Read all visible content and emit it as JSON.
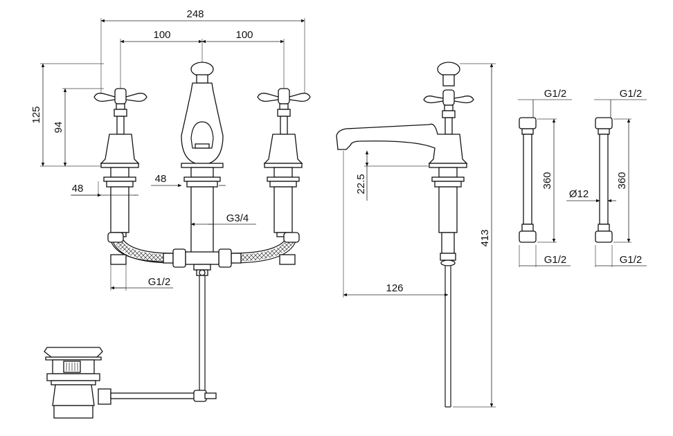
{
  "dimensions": {
    "overall_width": "248",
    "tap_spacing_left": "100",
    "tap_spacing_right": "100",
    "handle_height": "125",
    "body_height": "94",
    "side_shank": "48",
    "center_shank": "48",
    "center_thread": "G3/4",
    "inlet_thread": "G1/2",
    "spout_height": "22.5",
    "spout_reach": "126",
    "total_height": "413"
  },
  "hose_left": {
    "top_thread": "G1/2",
    "length": "360",
    "bottom_thread": "G1/2"
  },
  "hose_right": {
    "top_thread": "G1/2",
    "length": "360",
    "diameter": "Ø12",
    "bottom_thread": "G1/2"
  },
  "colors": {
    "line": "#111111",
    "background": "#ffffff"
  }
}
